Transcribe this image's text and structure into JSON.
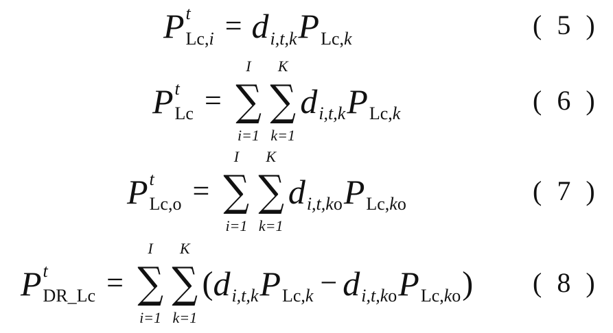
{
  "sigma": "∑",
  "equals": "=",
  "minus": "−",
  "lim": {
    "upper_i": "I",
    "upper_k": "K",
    "lower_i": "i=1",
    "lower_k": "k=1"
  },
  "common": {
    "P": "P",
    "d": "d",
    "t": "t",
    "Lc": "Lc",
    "Lc_comma": "Lc,",
    "k": "k",
    "ko": "ko",
    "dsub_k": "i,t,k",
    "dsub_ko_a": "i,t,",
    "o": "o",
    "Lc_o": "Lc,o",
    "DR_Lc": "DR_Lc",
    "i": "i",
    "open": "(",
    "close": ")"
  },
  "labels": [
    "( 5 )",
    "( 6 )",
    "( 7 )",
    "( 8 )"
  ]
}
